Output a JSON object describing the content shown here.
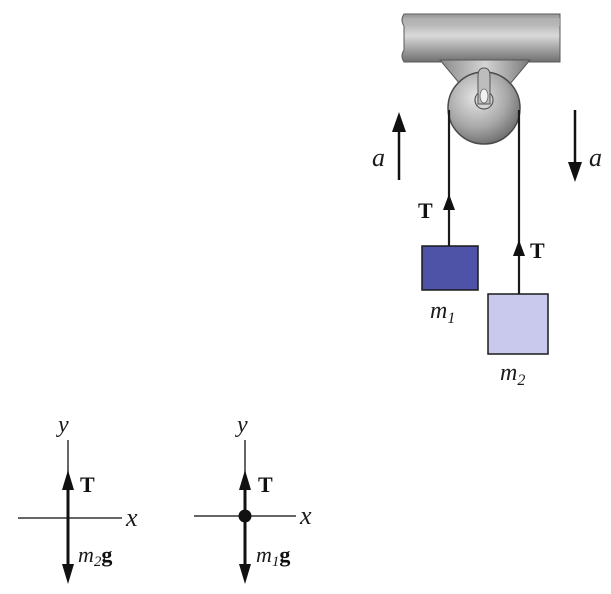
{
  "colors": {
    "ceiling_dark": "#7d7d7d",
    "ceiling_light": "#c8c8c8",
    "pulley": "#9a9a9a",
    "pulley_highlight": "#e0e0e0",
    "rope": "#1a1a1a",
    "mass1_fill": "#4f53a8",
    "mass2_fill": "#c9c9ee",
    "arrow": "#111111"
  },
  "labels": {
    "accel_up": "a",
    "accel_down": "a",
    "tension_left": "T",
    "tension_right": "T",
    "m1_name": "m",
    "m1_sub": "1",
    "m2_name": "m",
    "m2_sub": "2"
  },
  "fbd_m2": {
    "y_axis": "y",
    "x_axis": "x",
    "tension": "T",
    "weight_m": "m",
    "weight_sub": "2",
    "weight_g": "g"
  },
  "fbd_m1": {
    "y_axis": "y",
    "x_axis": "x",
    "tension": "T",
    "weight_m": "m",
    "weight_sub": "1",
    "weight_g": "g"
  }
}
